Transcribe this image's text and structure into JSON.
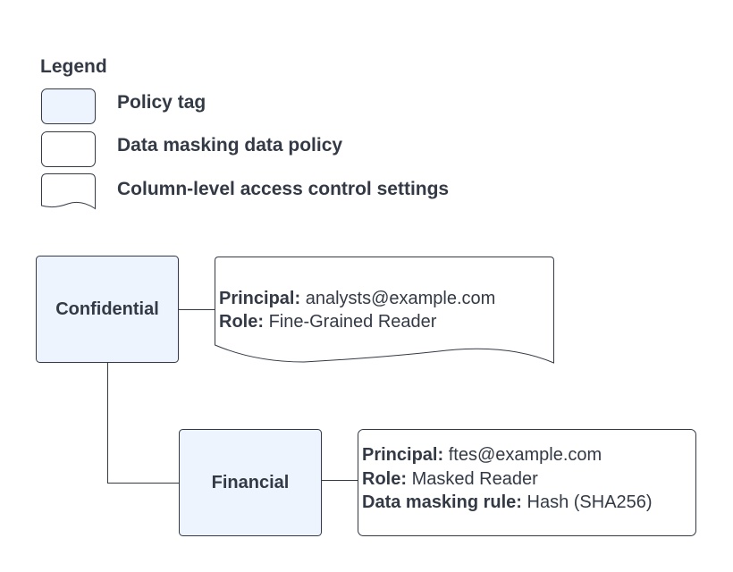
{
  "legend": {
    "title": "Legend",
    "items": [
      {
        "shape": "policy-tag",
        "label": "Policy tag"
      },
      {
        "shape": "data-masking-policy",
        "label": "Data masking data policy"
      },
      {
        "shape": "access-control-settings",
        "label": "Column-level access control settings"
      }
    ]
  },
  "colors": {
    "policy_tag_fill": "#eef4fd",
    "stroke": "#333a45",
    "text": "#333a45"
  },
  "nodes": {
    "confidential": {
      "label": "Confidential"
    },
    "financial": {
      "label": "Financial"
    }
  },
  "settings": {
    "confidential": {
      "principal_key": "Principal:",
      "principal_value": "analysts@example.com",
      "role_key": "Role:",
      "role_value": "Fine-Grained Reader"
    },
    "financial": {
      "principal_key": "Principal:",
      "principal_value": "ftes@example.com",
      "role_key": "Role:",
      "role_value": "Masked Reader",
      "masking_key": "Data masking rule:",
      "masking_value": "Hash (SHA256)"
    }
  }
}
